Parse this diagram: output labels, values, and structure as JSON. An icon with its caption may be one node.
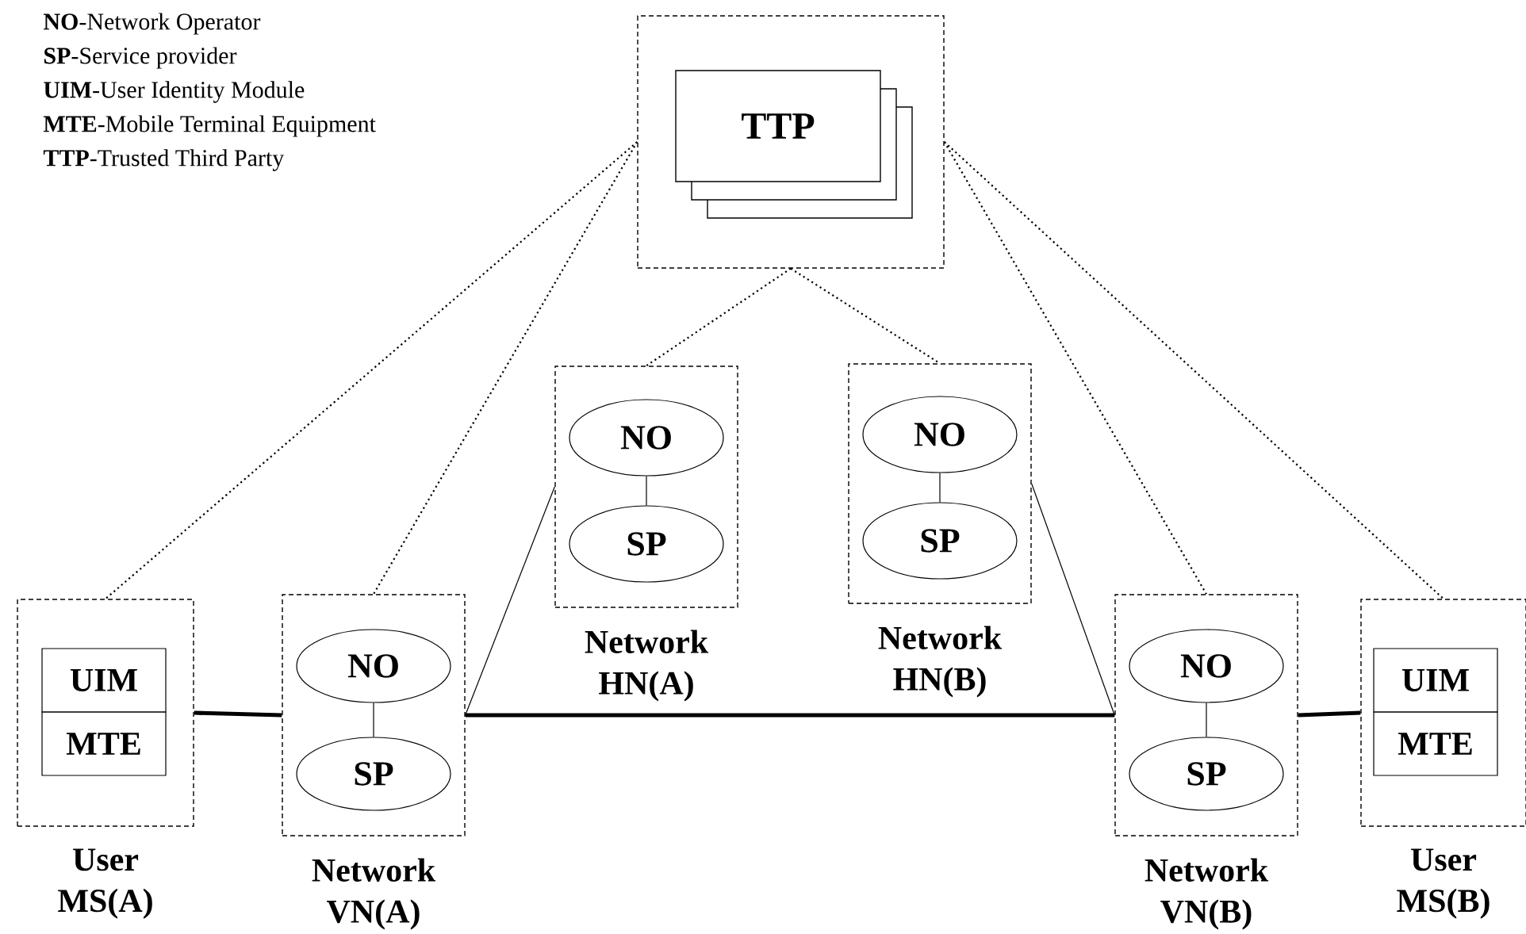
{
  "diagram": {
    "nodes": [
      {
        "text": [],
        "shape": "box"
      },
      {
        "text": [
          "TTP"
        ],
        "in": 0
      },
      {
        "text": [
          "Network HN(A)"
        ]
      },
      {
        "text": [
          "NO"
        ],
        "in": 2
      },
      {
        "text": [
          "SP"
        ],
        "in": 2
      },
      {
        "text": [
          "Network HN(B)"
        ]
      },
      {
        "text": [
          "NO"
        ],
        "in": 5
      },
      {
        "text": [
          "SP"
        ],
        "in": 5
      },
      {
        "text": [
          "User MS(A)"
        ]
      },
      {
        "text": [
          "UIM"
        ],
        "in": 8
      },
      {
        "text": [
          "MTE"
        ],
        "in": 8
      },
      {
        "text": [
          "Network VN(A)"
        ]
      },
      {
        "text": [
          "NO"
        ],
        "in": 11
      },
      {
        "text": [
          "SP"
        ],
        "in": 11
      },
      {
        "text": [
          "Network VN(B)"
        ]
      },
      {
        "text": [
          "NO"
        ],
        "in": 14
      },
      {
        "text": [
          "SP"
        ],
        "in": 14
      },
      {
        "text": [
          "User MS(B)"
        ]
      },
      {
        "text": [
          "UIM"
        ],
        "in": 17
      },
      {
        "text": [
          "MTE"
        ],
        "in": 17
      }
    ],
    "edges": [
      {
        "from": 0,
        "to": 8,
        "arrow": "none",
        "style": "dashed"
      },
      {
        "from": 0,
        "to": 11,
        "arrow": "none",
        "style": "dashed"
      },
      {
        "from": 0,
        "to": 2,
        "arrow": "none",
        "style": "dashed"
      },
      {
        "from": 0,
        "to": 5,
        "arrow": "none",
        "style": "dashed"
      },
      {
        "from": 0,
        "to": 14,
        "arrow": "none",
        "style": "dashed"
      },
      {
        "from": 0,
        "to": 17,
        "arrow": "none",
        "style": "dashed"
      },
      {
        "from": 3,
        "to": 4,
        "arrow": "none"
      },
      {
        "from": 6,
        "to": 7,
        "arrow": "none"
      },
      {
        "from": 8,
        "to": 11,
        "arrow": "none",
        "style": "thick"
      },
      {
        "from": 12,
        "to": 13,
        "arrow": "none"
      },
      {
        "from": 11,
        "to": 2,
        "arrow": "none"
      },
      {
        "from": 11,
        "to": 14,
        "arrow": "none",
        "style": "thick"
      },
      {
        "from": 5,
        "to": 14,
        "arrow": "none"
      },
      {
        "from": 14,
        "to": 17,
        "arrow": "none",
        "style": "thick"
      },
      {
        "from": 15,
        "to": 16,
        "arrow": "none"
      }
    ],
    "labels": [
      "**NO**-Network Operator",
      "**SP**-Service provider",
      "**UIM**-User Identity Module",
      "**MTE**-Mobile Terminal Equipment",
      "**TTP**-Trusted Third Party"
    ]
  }
}
